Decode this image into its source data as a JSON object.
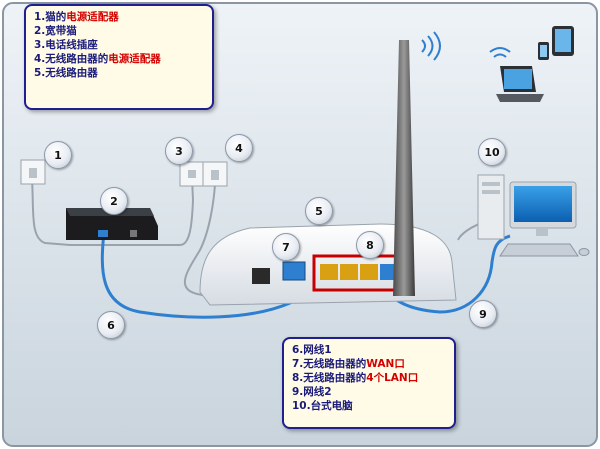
{
  "legend_top": {
    "items": [
      {
        "prefix": "1.猫的",
        "highlight": "电源适配器",
        "suffix": ""
      },
      {
        "prefix": "2.宽带猫",
        "highlight": "",
        "suffix": ""
      },
      {
        "prefix": "3.电话线插座",
        "highlight": "",
        "suffix": ""
      },
      {
        "prefix": "4.无线路由器的",
        "highlight": "电源适配器",
        "suffix": ""
      },
      {
        "prefix": "5.无线路由器",
        "highlight": "",
        "suffix": ""
      }
    ]
  },
  "legend_bottom": {
    "items": [
      {
        "prefix": "6.网线1",
        "highlight": "",
        "suffix": ""
      },
      {
        "prefix": "7.无线路由器的",
        "highlight": "WAN口",
        "suffix": ""
      },
      {
        "prefix": "8.无线路由器的",
        "highlight": "4个LAN口",
        "suffix": ""
      },
      {
        "prefix": "9.网线2",
        "highlight": "",
        "suffix": ""
      },
      {
        "prefix": "10.台式电脑",
        "highlight": "",
        "suffix": ""
      }
    ]
  },
  "badges": [
    "1",
    "2",
    "3",
    "4",
    "5",
    "6",
    "7",
    "8",
    "9",
    "10"
  ],
  "colors": {
    "cable_blue": "#2f7fd0",
    "legend_border": "#1f1f8f",
    "highlight_red": "#d40000",
    "lan_frame": "#c60000"
  }
}
